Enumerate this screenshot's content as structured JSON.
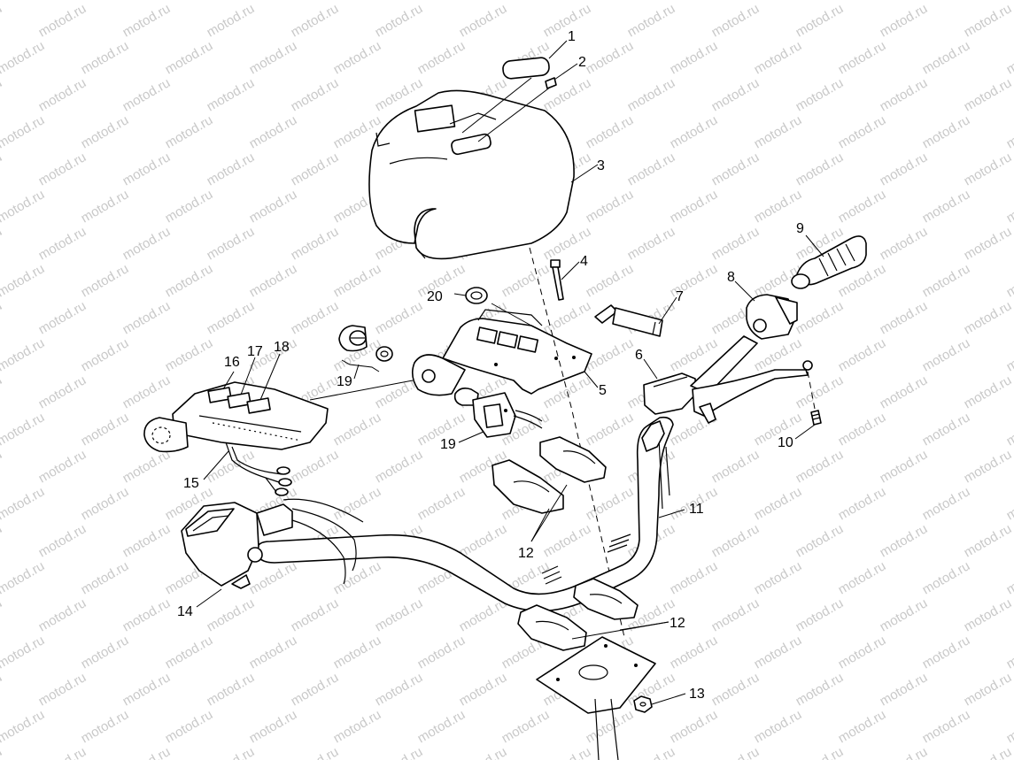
{
  "watermark": {
    "text": "motod.ru",
    "color": "#c9c9c9"
  },
  "diagram": {
    "type": "exploded parts diagram",
    "subject": "handlebar assembly",
    "callouts": [
      "1",
      "2",
      "3",
      "4",
      "20",
      "7",
      "8",
      "9",
      "6",
      "16",
      "17",
      "18",
      "19",
      "5",
      "19",
      "10",
      "15",
      "11",
      "12",
      "12",
      "14",
      "13"
    ]
  }
}
